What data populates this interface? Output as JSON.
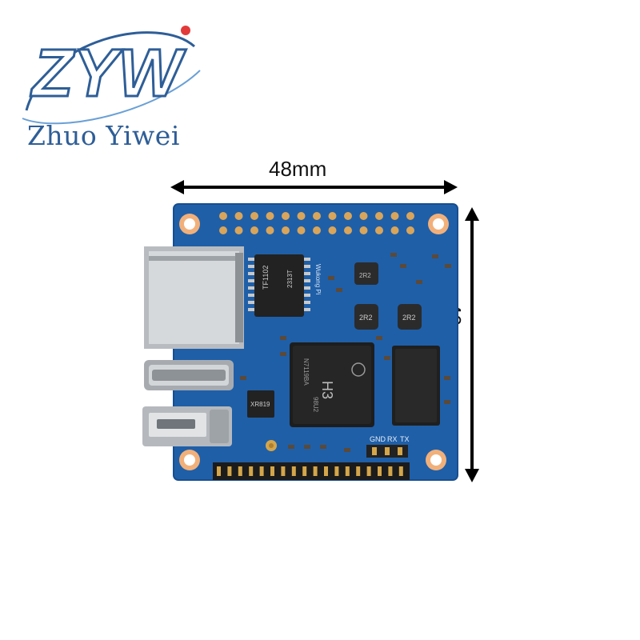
{
  "logo": {
    "monogram": "ZYW",
    "brand_name": "Zhuo Yiwei"
  },
  "dimensions": {
    "width_label": "48mm",
    "height_label": "46mm"
  },
  "board": {
    "silkscreen_name": "Wukong Pi",
    "soc_label": "H3",
    "soc_lines": [
      "N7119BA",
      "98U2"
    ],
    "transformer_top": "TF1102",
    "transformer_bottom": "2313T",
    "inductor_labels": [
      "2R2",
      "2R2"
    ],
    "wifi_chip_label": "XR819",
    "uart_labels": [
      "GND",
      "RX",
      "TX"
    ]
  },
  "colors": {
    "pcb": "#1f5fa8",
    "pcb_dark": "#174e8f",
    "brand": "#2e5e97",
    "logo_swoosh": "#e23a3a",
    "gold": "#d4a64b",
    "pad_ring": "#f1b07a"
  }
}
